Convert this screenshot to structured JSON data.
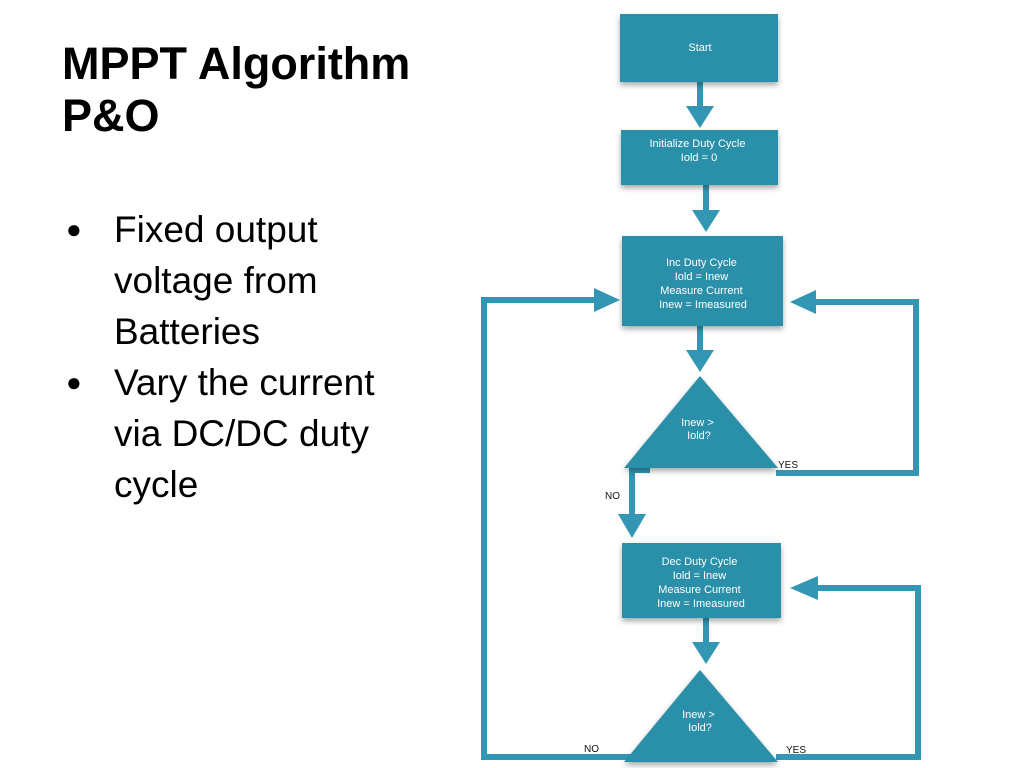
{
  "slide": {
    "title_lines": [
      "MPPT Algorithm",
      "P&O"
    ],
    "bullets": [
      "Fixed output voltage from Batteries",
      "Vary the current via DC/DC duty cycle"
    ]
  },
  "flowchart": {
    "colors": {
      "node": "#2a8fa9",
      "arrow": "#3397b3",
      "text": "#ffffff"
    },
    "nodes": {
      "start": [
        "Start"
      ],
      "init": [
        "Initialize Duty Cycle",
        "Iold = 0"
      ],
      "inc": [
        "Inc Duty Cycle",
        "Iold = Inew",
        "Measure Current",
        "Inew = Imeasured"
      ],
      "decision1": [
        "Inew >",
        "Iold?"
      ],
      "dec": [
        "Dec Duty Cycle",
        "Iold = Inew",
        "Measure Current",
        "Inew =  Imeasured"
      ],
      "decision2": [
        "Inew >",
        "Iold?"
      ]
    },
    "edge_labels": {
      "d1_yes": "YES",
      "d1_no": "NO",
      "d2_no": "NO",
      "d2_yes": "YES"
    }
  }
}
